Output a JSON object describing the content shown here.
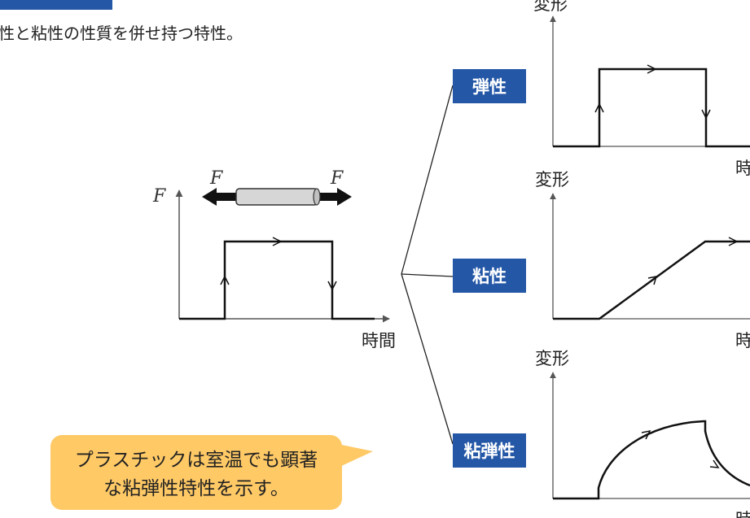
{
  "subtitle": "弾性と粘性の性質を併せ持つ特性。",
  "input_graph": {
    "force_label": "F",
    "time_label": "時間",
    "force_left": "F",
    "force_right": "F"
  },
  "branches": [
    {
      "label": "弾性",
      "y_label": "変形",
      "x_label": "時間"
    },
    {
      "label": "粘性",
      "y_label": "変形",
      "x_label": "時間"
    },
    {
      "label": "粘弾性",
      "y_label": "変形",
      "x_label": "時間"
    }
  ],
  "callout": {
    "line1": "プラスチックは室温でも顕著",
    "line2": "な粘弾性特性を示す。"
  },
  "colors": {
    "label_bg": "#2457A6",
    "callout_bg": "#FFC966"
  }
}
